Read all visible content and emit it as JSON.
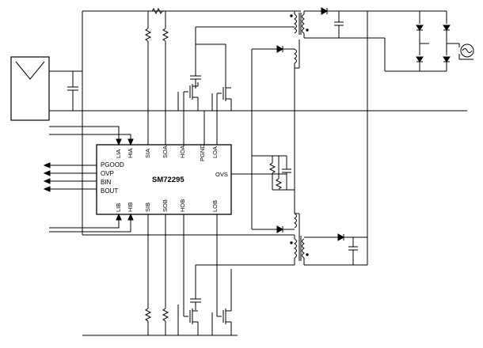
{
  "ic": {
    "name": "SM72295",
    "pins": {
      "lia": "LIA",
      "hia": "HIA",
      "sia": "SIA",
      "soa": "SOA",
      "hoa": "HOA",
      "pgnd": "PGND",
      "loa": "LOA",
      "lib": "LIB",
      "hib": "HIB",
      "sib": "SIB",
      "sob": "SOB",
      "hob": "HOB",
      "lob": "LOB",
      "ovs": "OVS"
    }
  },
  "signals": {
    "pgood": "PGOOD",
    "ovp": "OVP",
    "bin": "BIN",
    "bout": "BOUT"
  }
}
